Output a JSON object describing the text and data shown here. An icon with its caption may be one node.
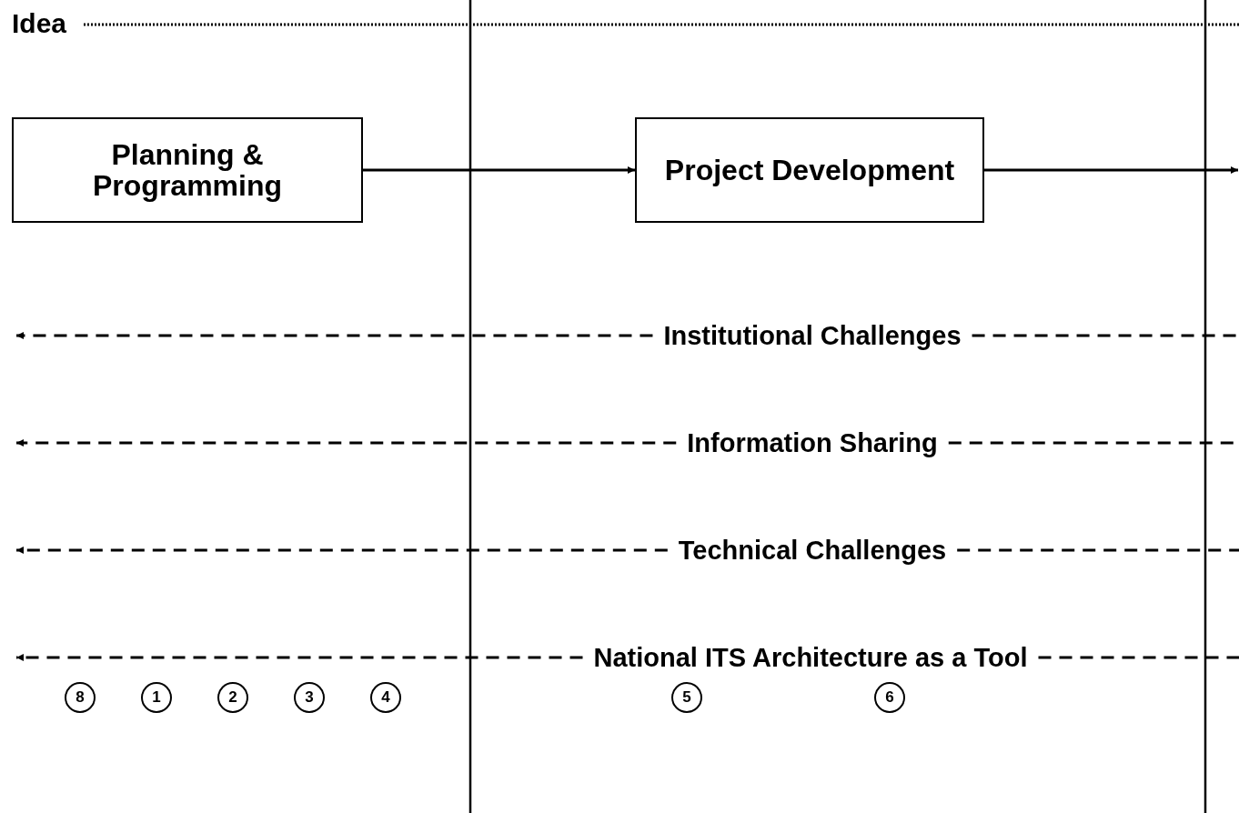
{
  "diagram": {
    "nodes": [
      {
        "text": [
          "Planning & Programming"
        ]
      },
      {
        "text": [
          "Project Development"
        ]
      },
      {
        "text": [
          "Institutional Challenges"
        ]
      },
      {
        "text": [
          "Information Sharing"
        ]
      },
      {
        "text": [
          "Technical Challenges"
        ]
      },
      {
        "text": [
          "National ITS Architecture as a Tool"
        ]
      },
      {
        "text": [
          "8"
        ]
      },
      {
        "text": [
          "1"
        ]
      },
      {
        "text": [
          "2"
        ]
      },
      {
        "text": [
          "3"
        ]
      },
      {
        "text": [
          "4"
        ]
      },
      {
        "text": [
          "5"
        ]
      },
      {
        "text": [
          "6"
        ]
      }
    ],
    "edges": [
      {
        "from": 0,
        "to": 1,
        "arrow": "to"
      },
      {
        "from": 1,
        "to": null,
        "arrow": "to"
      },
      {
        "from": 2,
        "to": null,
        "arrow": "to",
        "style": "dashed"
      },
      {
        "from": 2,
        "to": null,
        "arrow": "none",
        "style": "dashed"
      },
      {
        "from": 3,
        "to": null,
        "arrow": "to",
        "style": "dashed"
      },
      {
        "from": 3,
        "to": null,
        "arrow": "none",
        "style": "dashed"
      },
      {
        "from": 4,
        "to": null,
        "arrow": "to",
        "style": "dashed"
      },
      {
        "from": 4,
        "to": null,
        "arrow": "none",
        "style": "dashed"
      },
      {
        "from": 5,
        "to": null,
        "arrow": "to",
        "style": "dashed"
      },
      {
        "from": 5,
        "to": null,
        "arrow": "none",
        "style": "dashed"
      }
    ],
    "labels": [
      "Idea"
    ]
  }
}
